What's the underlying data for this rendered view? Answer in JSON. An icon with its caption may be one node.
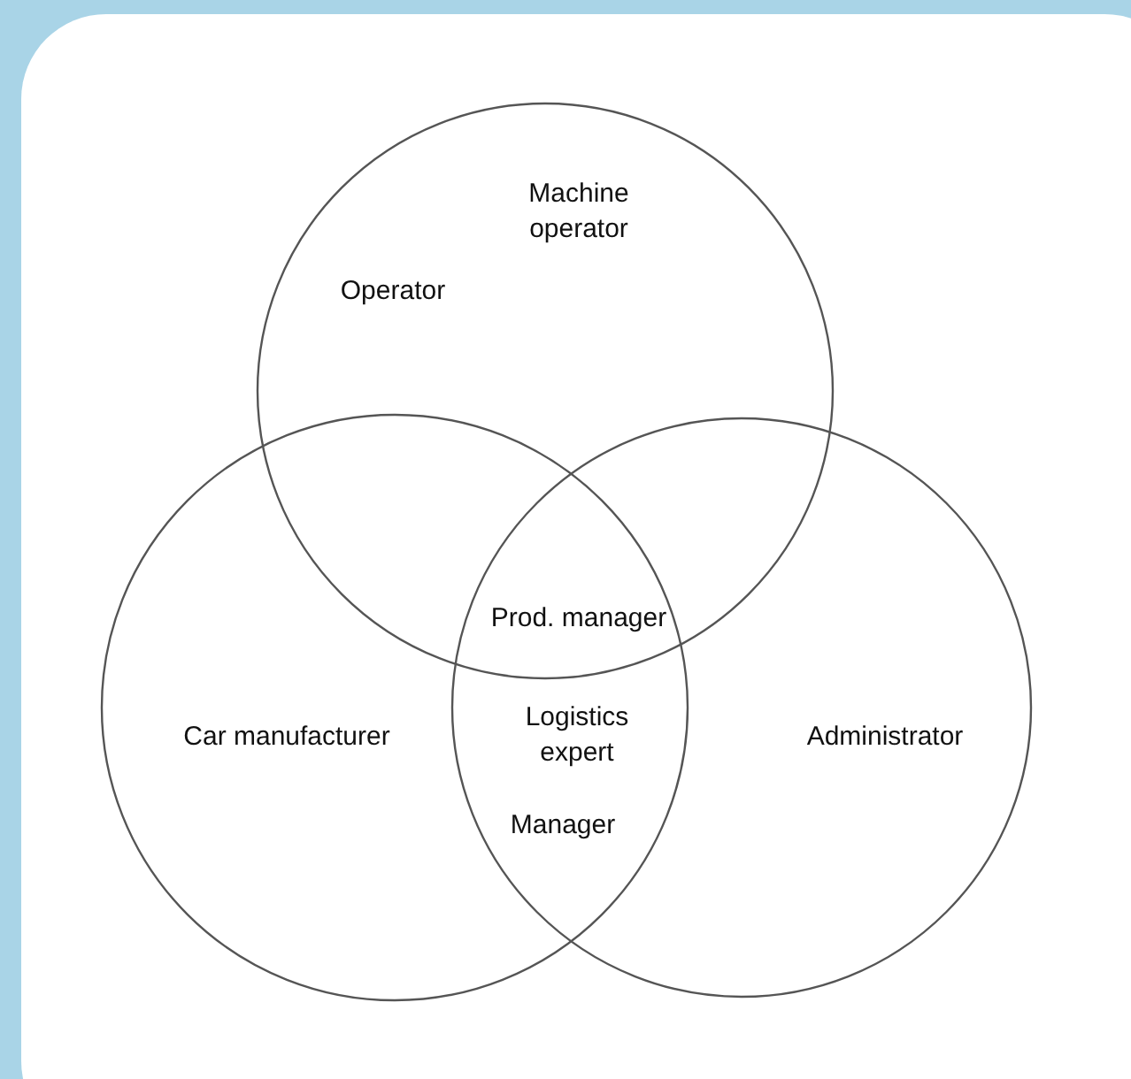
{
  "diagram": {
    "nodes": [
      {
        "text": [
          "Machine operator",
          "Operator"
        ]
      },
      {
        "text": [
          "Car manufacturer"
        ]
      },
      {
        "text": [
          "Administrator"
        ]
      }
    ],
    "labels": [
      "Prod. manager",
      "Logistics expert",
      "Manager"
    ]
  }
}
